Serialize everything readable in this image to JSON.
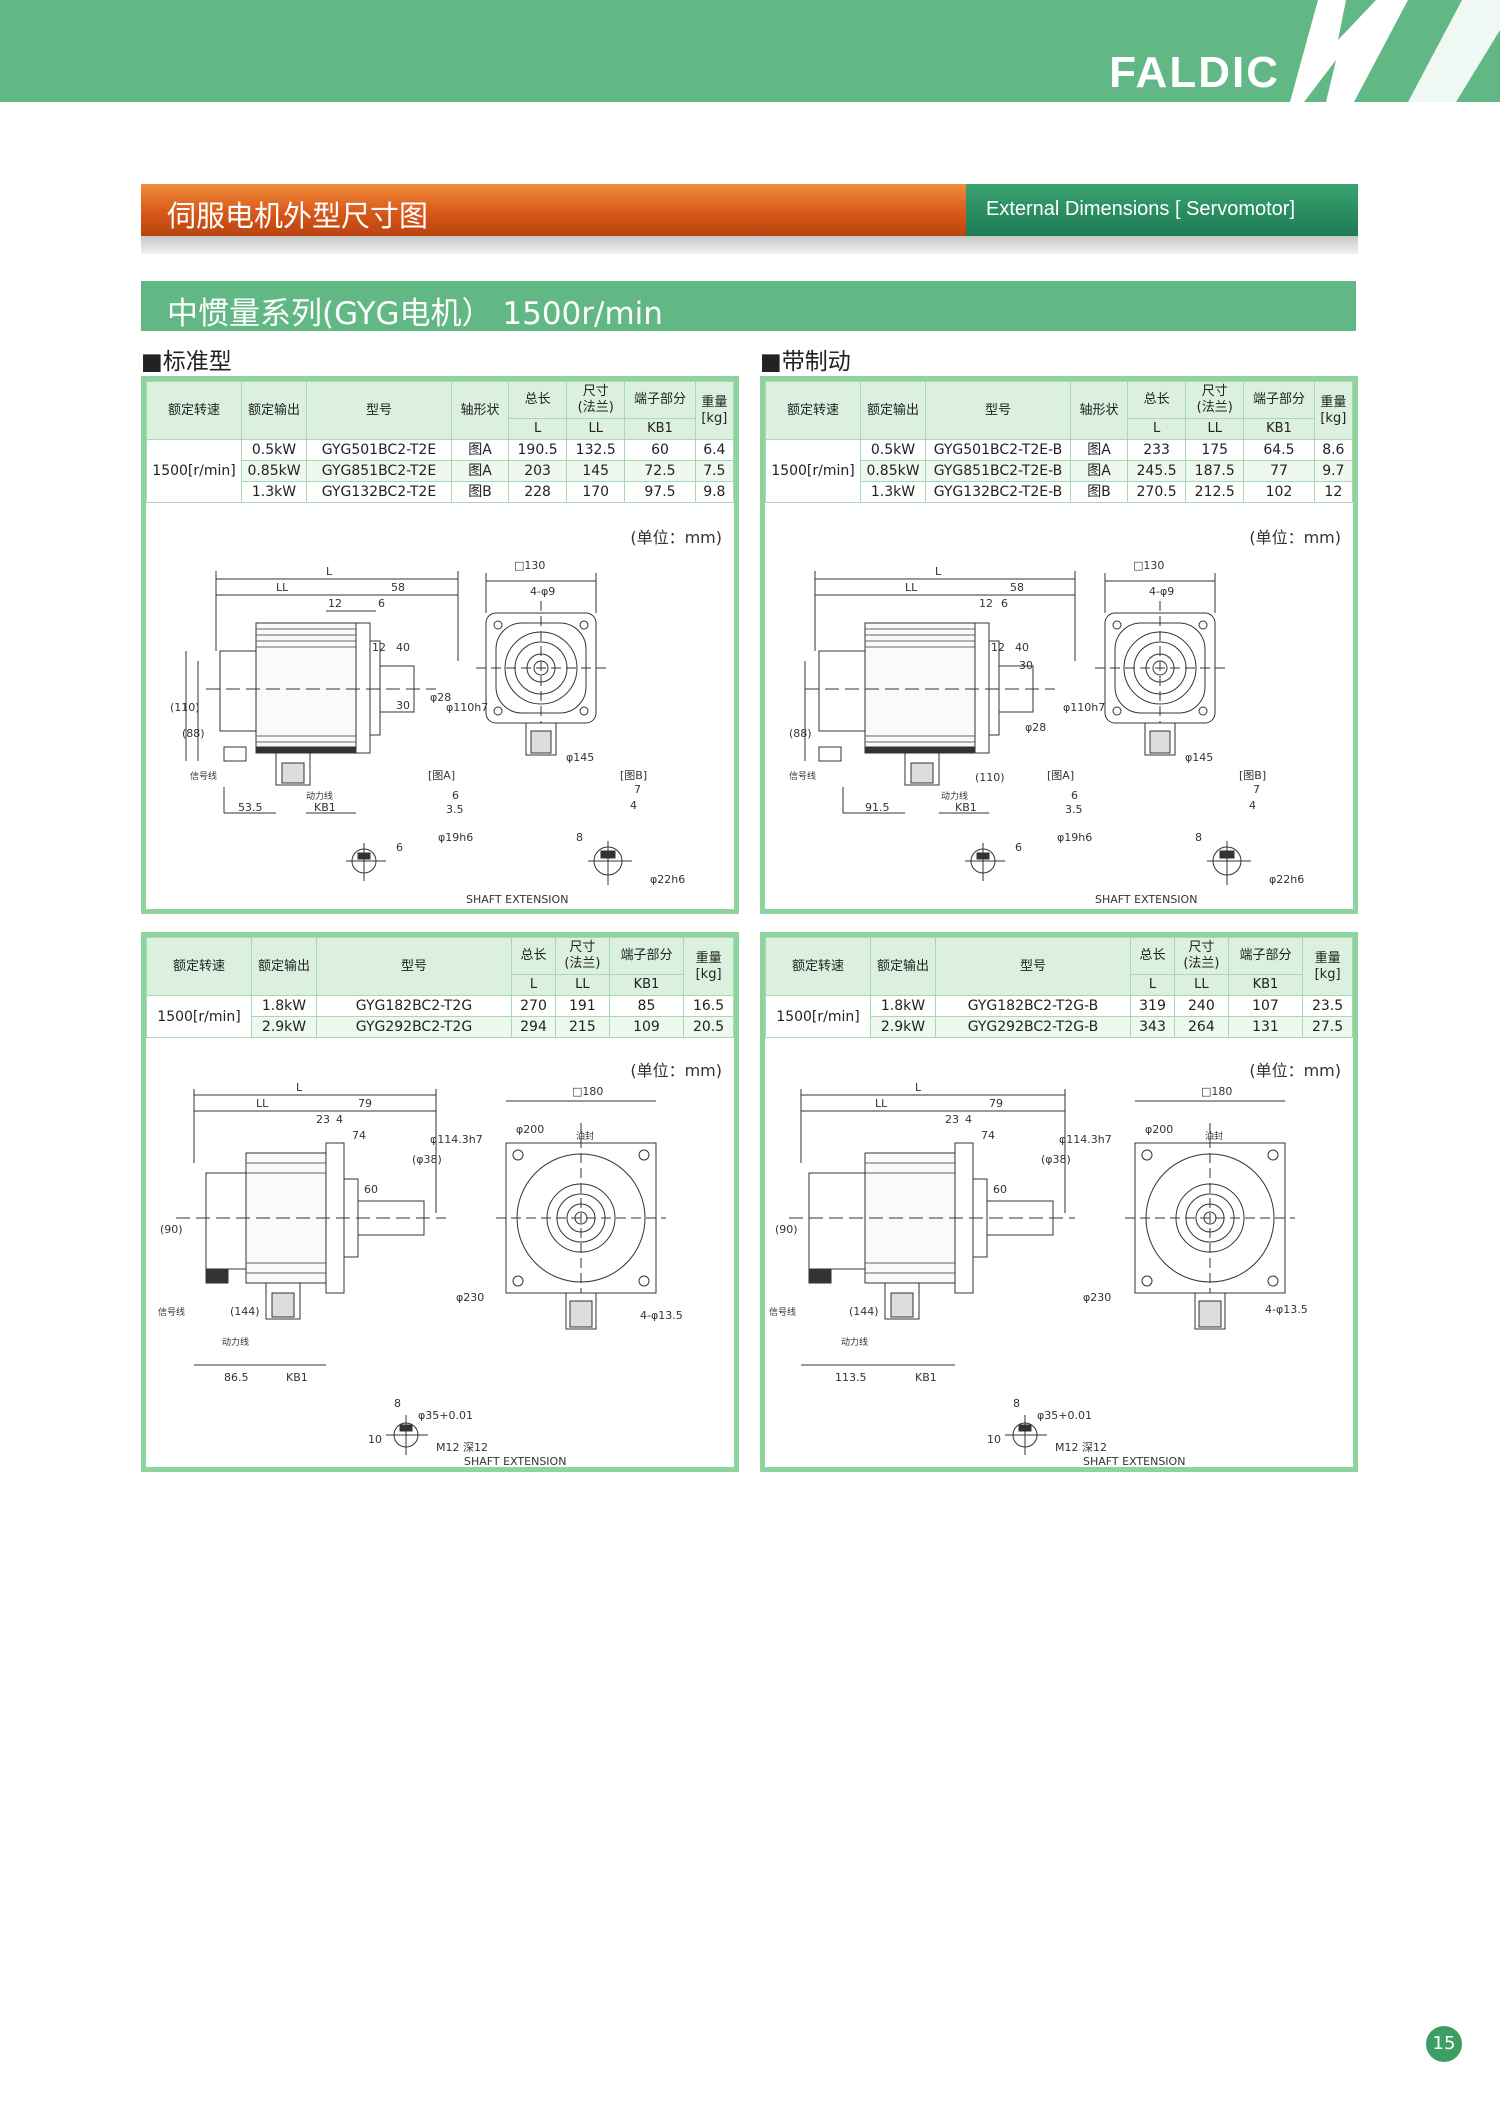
{
  "header": {
    "brand": "FALDIC"
  },
  "title": {
    "cn": "伺服电机外型尺寸图",
    "en": "External Dimensions [ Servomotor]"
  },
  "series": {
    "label": "中惯量系列(GYG电机） 1500r/min"
  },
  "sections": {
    "standard": "■标准型",
    "brake": "■带制动"
  },
  "headers": {
    "speed": "额定转速",
    "output": "额定输出",
    "model": "型号",
    "shaft": "轴形状",
    "total": "总长",
    "size": "尺寸\n(法兰)",
    "term": "端子部分",
    "weight": "重量\n[kg]",
    "L": "L",
    "LL": "LL",
    "KB1": "KB1"
  },
  "unit_label": "(单位：mm)",
  "speed_value": "1500[r/min]",
  "tables": {
    "std_small": [
      {
        "output": "0.5kW",
        "model": "GYG501BC2-T2E",
        "shaft": "图A",
        "L": "190.5",
        "LL": "132.5",
        "KB1": "60",
        "w": "6.4"
      },
      {
        "output": "0.85kW",
        "model": "GYG851BC2-T2E",
        "shaft": "图A",
        "L": "203",
        "LL": "145",
        "KB1": "72.5",
        "w": "7.5"
      },
      {
        "output": "1.3kW",
        "model": "GYG132BC2-T2E",
        "shaft": "图B",
        "L": "228",
        "LL": "170",
        "KB1": "97.5",
        "w": "9.8"
      }
    ],
    "brk_small": [
      {
        "output": "0.5kW",
        "model": "GYG501BC2-T2E-B",
        "shaft": "图A",
        "L": "233",
        "LL": "175",
        "KB1": "64.5",
        "w": "8.6"
      },
      {
        "output": "0.85kW",
        "model": "GYG851BC2-T2E-B",
        "shaft": "图A",
        "L": "245.5",
        "LL": "187.5",
        "KB1": "77",
        "w": "9.7"
      },
      {
        "output": "1.3kW",
        "model": "GYG132BC2-T2E-B",
        "shaft": "图B",
        "L": "270.5",
        "LL": "212.5",
        "KB1": "102",
        "w": "12"
      }
    ],
    "std_large": [
      {
        "output": "1.8kW",
        "model": "GYG182BC2-T2G",
        "L": "270",
        "LL": "191",
        "KB1": "85",
        "w": "16.5"
      },
      {
        "output": "2.9kW",
        "model": "GYG292BC2-T2G",
        "L": "294",
        "LL": "215",
        "KB1": "109",
        "w": "20.5"
      }
    ],
    "brk_large": [
      {
        "output": "1.8kW",
        "model": "GYG182BC2-T2G-B",
        "L": "319",
        "LL": "240",
        "KB1": "107",
        "w": "23.5"
      },
      {
        "output": "2.9kW",
        "model": "GYG292BC2-T2G-B",
        "L": "343",
        "LL": "264",
        "KB1": "131",
        "w": "27.5"
      }
    ]
  },
  "dims": {
    "L": "L",
    "LL": "LL",
    "d58": "58",
    "d12": "12",
    "d6": "6",
    "d40": "40",
    "d30": "30",
    "sq130": "□130",
    "holes9": "4-φ9",
    "phi28": "φ28",
    "phi110": "φ110h7",
    "phi145": "φ145",
    "h110": "(110)",
    "h88": "(88)",
    "sig": "信号线",
    "pwr": "动力线",
    "d535": "53.5",
    "d915": "91.5",
    "KB1": "KB1",
    "figA": "[图A]",
    "figB": "[图B]",
    "d7": "7",
    "d4": "4",
    "d35": "3.5",
    "d8": "8",
    "phi19": "φ19h6",
    "phi22": "φ22h6",
    "shaft_ext": "SHAFT EXTENSION",
    "d79": "79",
    "d23": "23",
    "d74": "74",
    "d60": "60",
    "phi38": "(φ38)",
    "phi1143": "φ114.3h7",
    "phi200": "φ200",
    "sq180": "□180",
    "oil": "油封",
    "phi230": "φ230",
    "holes135": "4-φ13.5",
    "h90": "(90)",
    "h144": "(144)",
    "d865": "86.5",
    "d1135": "113.5",
    "phi35": "φ35+0.01",
    "m12": "M12 深12",
    "d10": "10"
  },
  "page_number": "15"
}
